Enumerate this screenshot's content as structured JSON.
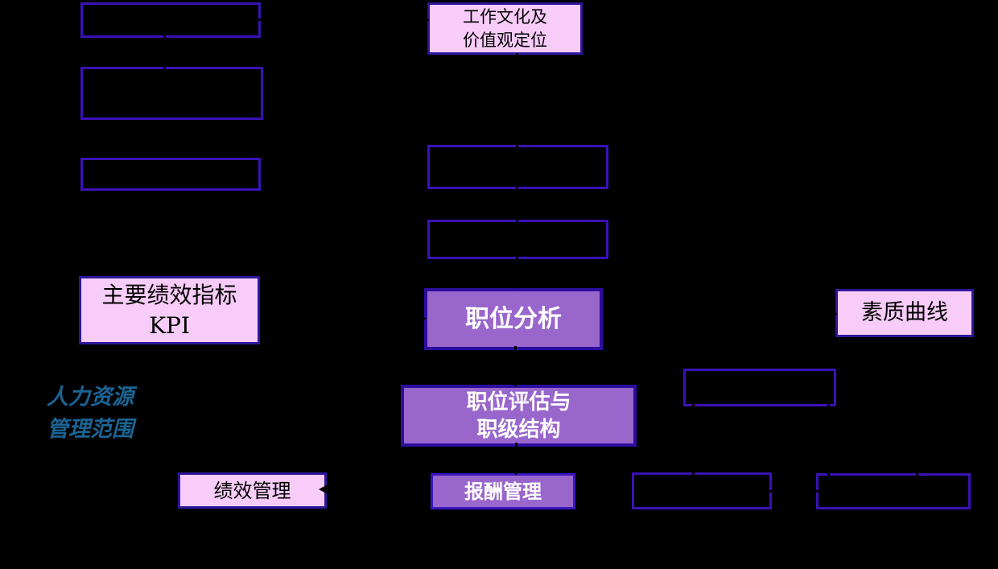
{
  "diagram": {
    "type": "hr-framework-flowchart",
    "colors": {
      "background": "#000000",
      "pink_fill": "#F8CCF8",
      "purple_fill": "#9966CC",
      "outline_box_border": "#3A12B5",
      "colored_box_border": "#2E169A",
      "scope_text_blue": "#1B6494",
      "text_on_pink": "#000000",
      "text_on_purple": "#FFFFFF",
      "connector": "#000000"
    },
    "scope_label": {
      "line1": "人力资源",
      "line2": "管理范围"
    },
    "nodes": {
      "culture": {
        "line1": "工作文化及",
        "line2": "价值观定位"
      },
      "kpi": {
        "line1": "主要绩效指标",
        "line2": "KPI"
      },
      "job_analysis": {
        "label": "职位分析"
      },
      "quality_curve": {
        "label": "素质曲线"
      },
      "evaluation": {
        "line1": "职位评估与",
        "line2": "职级结构"
      },
      "performance": {
        "label": "绩效管理"
      },
      "compensation": {
        "label": "报酬管理"
      }
    }
  }
}
